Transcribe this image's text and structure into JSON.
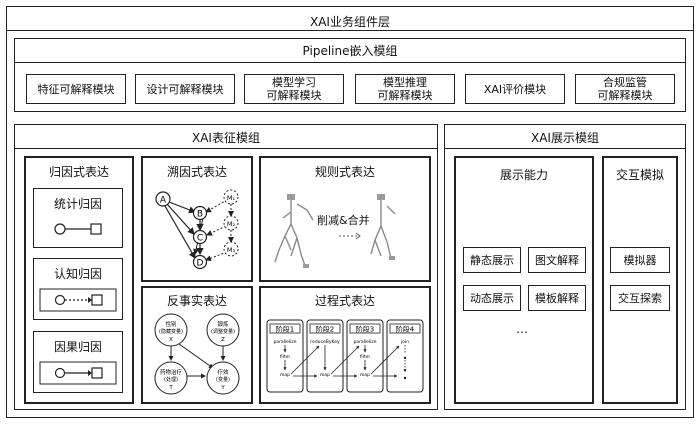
{
  "outer": {
    "title": "XAI业务组件层"
  },
  "pipeline": {
    "title": "Pipeline嵌入模组",
    "modules": [
      {
        "line1": "特征可解释模块",
        "line2": ""
      },
      {
        "line1": "设计可解释模块",
        "line2": ""
      },
      {
        "line1": "模型学习",
        "line2": "可解释模块"
      },
      {
        "line1": "模型推理",
        "line2": "可解释模块"
      },
      {
        "line1": "XAI评价模块",
        "line2": ""
      },
      {
        "line1": "合规监管",
        "line2": "可解释模块"
      }
    ]
  },
  "representation": {
    "title": "XAI表征模组",
    "attribution": {
      "title": "归因式表达",
      "items": [
        "统计归因",
        "认知归因",
        "因果归因"
      ]
    },
    "causal": {
      "title": "溯因式表达",
      "nodes": [
        "A",
        "B",
        "C",
        "D",
        "M₁",
        "M₂",
        "M₃"
      ]
    },
    "rule": {
      "title": "规则式表达",
      "caption": "削减&合并"
    },
    "counterfactual": {
      "title": "反事实表达",
      "nodes": [
        {
          "line1": "性别",
          "line2": "(隐藏变量)",
          "line3": "X"
        },
        {
          "line1": "锻炼",
          "line2": "(调整变量)",
          "line3": "Z"
        },
        {
          "line1": "药物治疗",
          "line2": "(处理)",
          "line3": "T"
        },
        {
          "line1": "疗效",
          "line2": "(变量)",
          "line3": "Y"
        }
      ]
    },
    "process": {
      "title": "过程式表达",
      "stages": [
        {
          "label": "阶段1",
          "op1": "parallelize",
          "op2": "filter",
          "op3": "map"
        },
        {
          "label": "阶段2",
          "op1": "reduceByKey",
          "op2": "",
          "op3": "map"
        },
        {
          "label": "阶段3",
          "op1": "parallelize",
          "op2": "filter",
          "op3": "map"
        },
        {
          "label": "阶段4",
          "op1": "join",
          "op2": "",
          "op3": ""
        }
      ]
    }
  },
  "display": {
    "title": "XAI展示模组",
    "ability": {
      "title": "展示能力",
      "items": [
        "静态展示",
        "图文解释",
        "动态展示",
        "模板解释"
      ],
      "more": "…"
    },
    "interaction": {
      "title": "交互模拟",
      "items": [
        "模拟器",
        "交互探索"
      ]
    }
  }
}
